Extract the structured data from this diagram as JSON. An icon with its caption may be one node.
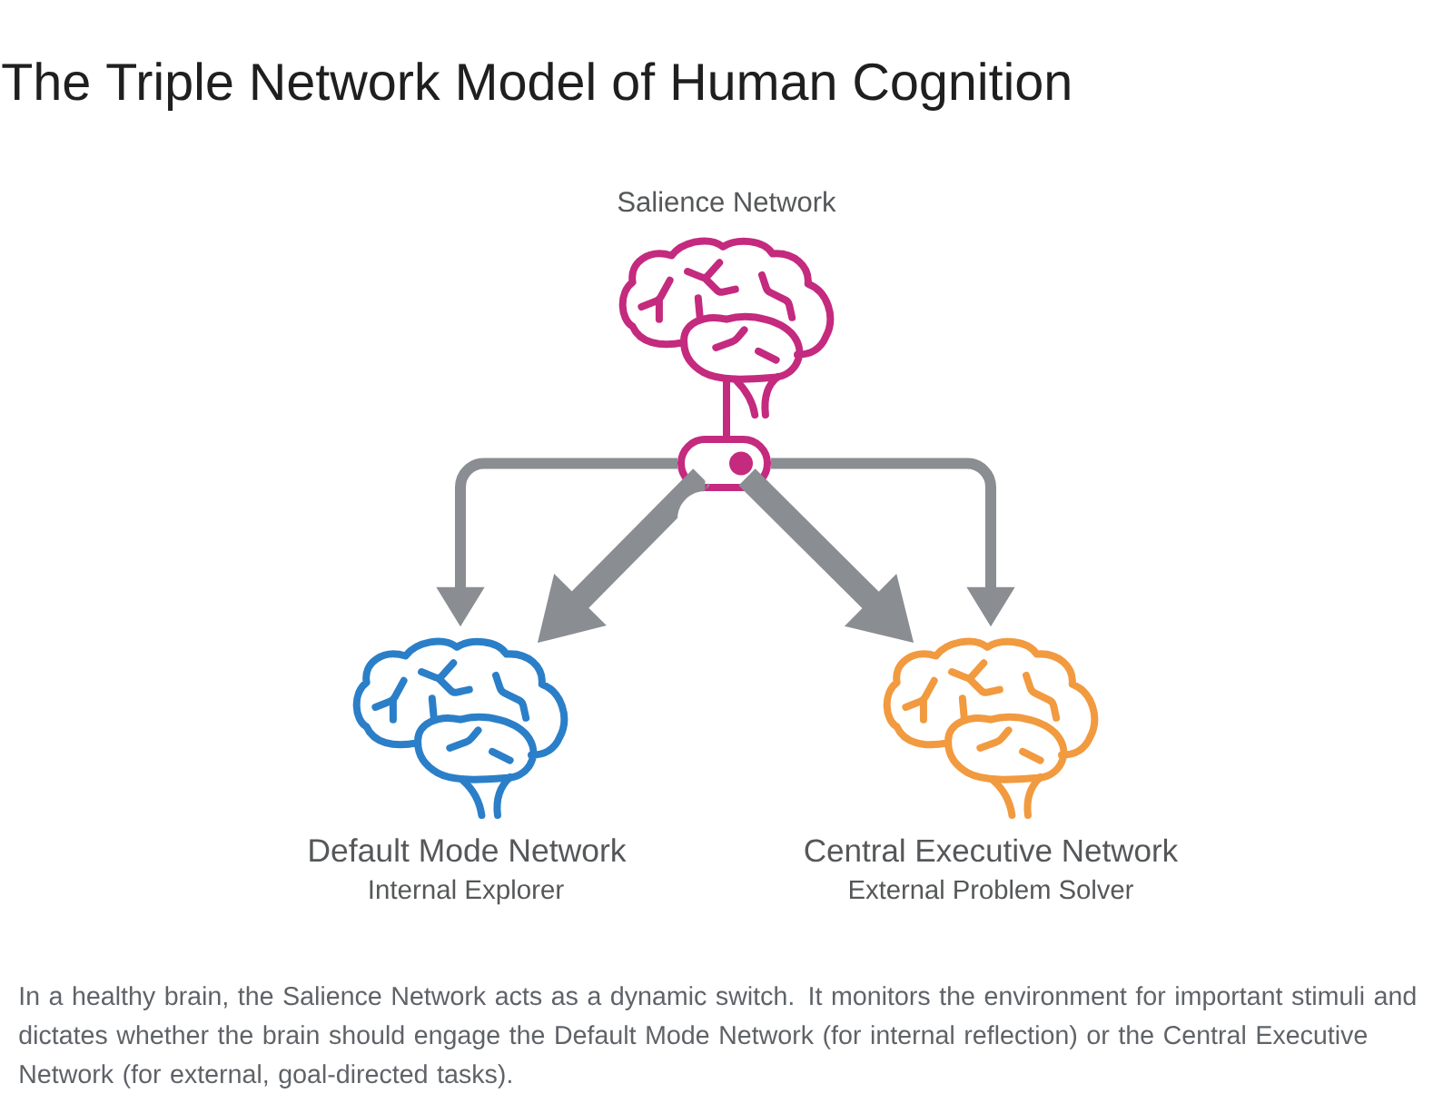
{
  "diagram": {
    "title": "The Triple Network Model of Human Cognition",
    "caption": "In a healthy brain, the Salience Network acts as a dynamic switch. It monitors the environment for important stimuli and dictates whether the brain should engage the Default Mode Network (for internal reflection) or the Central Executive Network (for external, goal-directed tasks).",
    "nodes": [
      {
        "text": [
          "Salience Network"
        ]
      },
      {
        "text": [],
        "shape": "toggle"
      },
      {
        "text": [
          "Default Mode Network",
          "Internal Explorer"
        ]
      },
      {
        "text": [
          "Central Executive Network",
          "External Problem Solver"
        ]
      }
    ],
    "edges": [
      {
        "from": 0,
        "to": 1,
        "arrow": "none",
        "color": "#c42a7e"
      },
      {
        "from": 1,
        "to": 2,
        "arrow": "to"
      },
      {
        "from": 1,
        "to": 2,
        "arrow": "to",
        "style": "thick"
      },
      {
        "from": 1,
        "to": 3,
        "arrow": "to",
        "style": "thick"
      },
      {
        "from": 1,
        "to": 3,
        "arrow": "to"
      }
    ]
  }
}
